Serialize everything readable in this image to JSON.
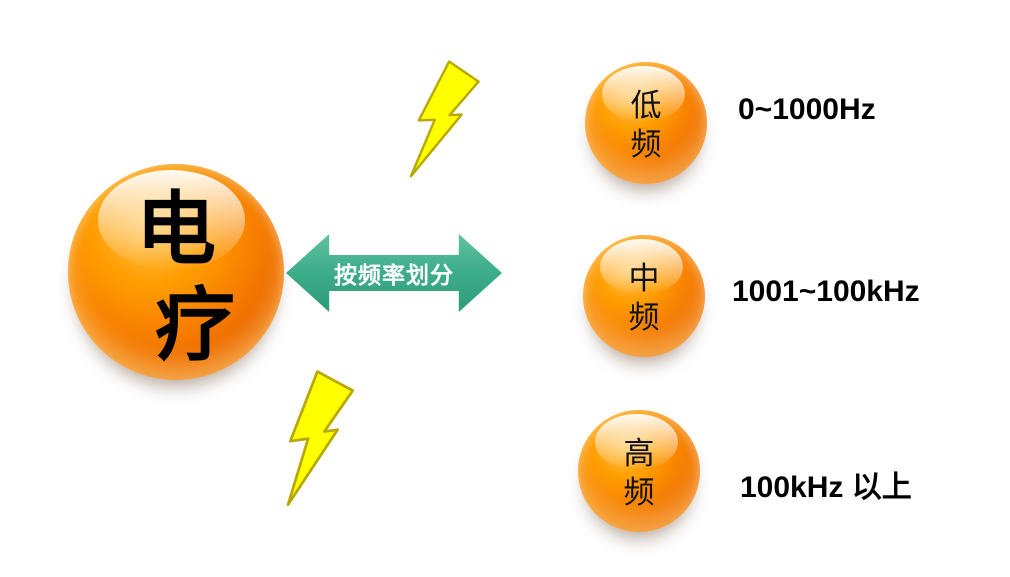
{
  "main": {
    "line1": "电",
    "line2": "疗"
  },
  "arrow": {
    "label": "按频率划分"
  },
  "categories": [
    {
      "line1": "低",
      "line2": "频",
      "range": "0~1000Hz"
    },
    {
      "line1": "中",
      "line2": "频",
      "range": "1001~100kHz"
    },
    {
      "line1": "高",
      "line2": "频",
      "range": "100kHz 以上"
    }
  ],
  "icons": {
    "decoration": "lightning-bolt-icon"
  },
  "colors": {
    "sphere_orange": "#F77F00",
    "sphere_dark_rim": "#C44D00",
    "arrow_green": "#3FAE8B",
    "bolt_yellow": "#FFFF00",
    "bolt_outline": "#B8A800",
    "text_black": "#000000",
    "background": "#FFFFFF"
  }
}
